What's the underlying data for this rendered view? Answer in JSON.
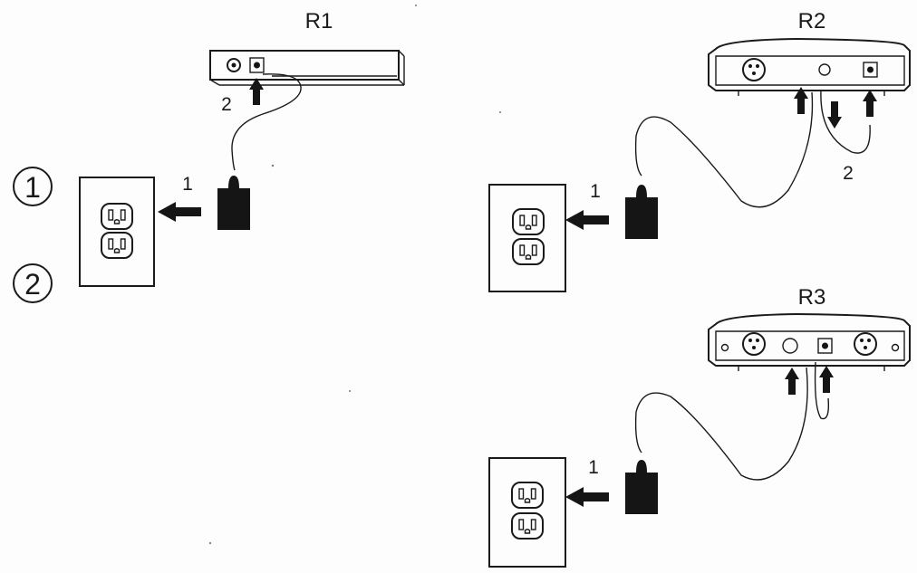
{
  "step_markers": [
    {
      "glyph": "1"
    },
    {
      "glyph": "2"
    }
  ],
  "receivers": [
    {
      "label": "R1",
      "plug_label": "1",
      "port_label": "2"
    },
    {
      "label": "R2",
      "plug_label": "1",
      "port_label": "2"
    },
    {
      "label": "R3",
      "plug_label": "1"
    }
  ],
  "colors": {
    "ink": "#1a1a1a",
    "fill": "#151515",
    "paper": "#fdfdfd"
  }
}
